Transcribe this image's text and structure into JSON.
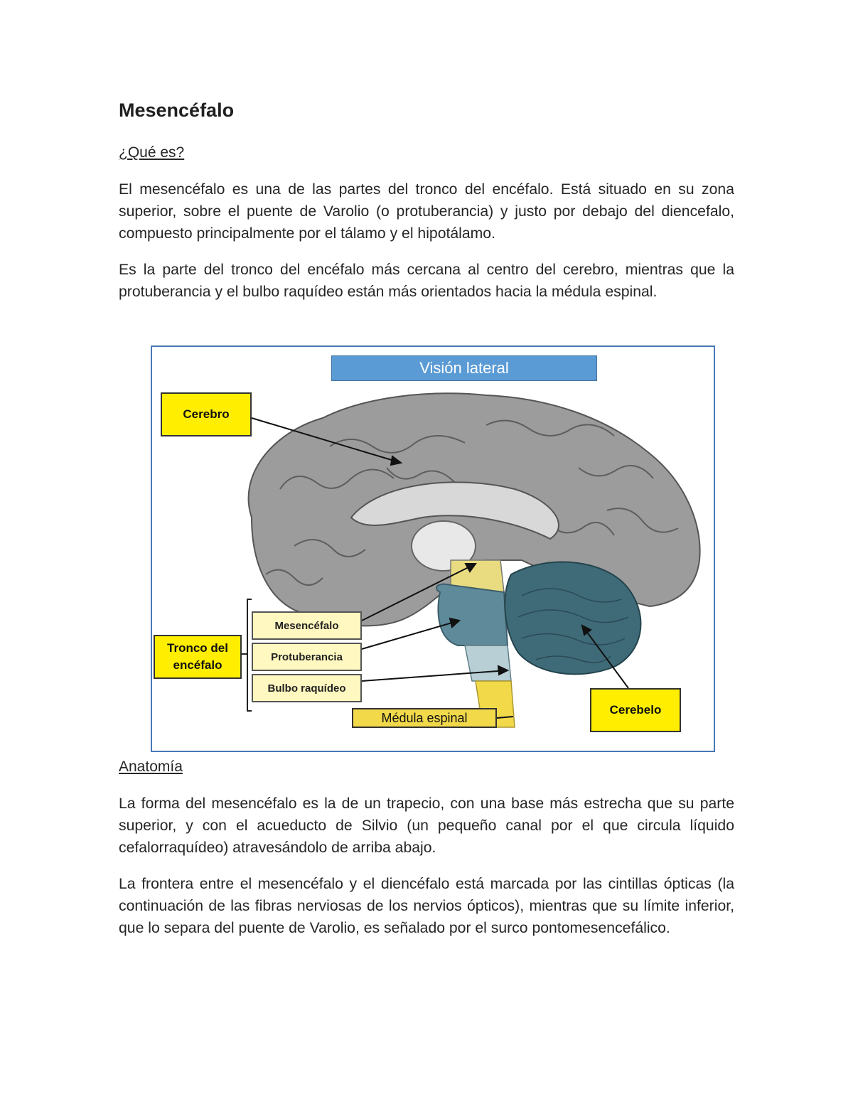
{
  "document": {
    "title": "Mesencéfalo",
    "section1_heading": "¿Qué es?",
    "para1": "El mesencéfalo es una de las partes del tronco del encéfalo. Está situado en su zona superior, sobre el puente de Varolio (o protuberancia) y justo por debajo del diencefalo, compuesto principalmente por el tálamo y el hipotálamo.",
    "para2": "Es la parte del tronco del encéfalo más cercana al centro del cerebro, mientras que la protuberancia y el bulbo raquídeo están más orientados hacia la médula espinal.",
    "section2_heading": "Anatomía",
    "para3": "La forma del mesencéfalo es la de un trapecio, con una base más estrecha que su parte superior, y con el acueducto de Silvio (un pequeño canal por el que circula líquido cefalorraquídeo) atravesándolo de arriba abajo.",
    "para4": "La frontera entre el mesencéfalo y el diencéfalo está marcada por las cintillas ópticas (la continuación de las fibras nerviosas de los nervios ópticos), mientras que su límite inferior, que lo separa del puente de Varolio, es señalado por el surco pontomesencefálico."
  },
  "figure": {
    "header": "Visión lateral",
    "labels": {
      "cerebro": "Cerebro",
      "tronco_line1": "Tronco del",
      "tronco_line2": "encéfalo",
      "mesencefalo": "Mesencéfalo",
      "protuberancia": "Protuberancia",
      "bulbo": "Bulbo raquídeo",
      "medula": "Médula espinal",
      "cerebelo": "Cerebelo"
    },
    "colors": {
      "header_fill": "#5b9bd5",
      "label_fill": "#ffee00",
      "sublabel_fill": "#fff8c0",
      "brain_gray": "#9a9a9a",
      "brainstem_blue": "#5e8a9a",
      "cerebellum_teal": "#3f6b78",
      "medulla_yellow": "#f2d94a"
    }
  }
}
